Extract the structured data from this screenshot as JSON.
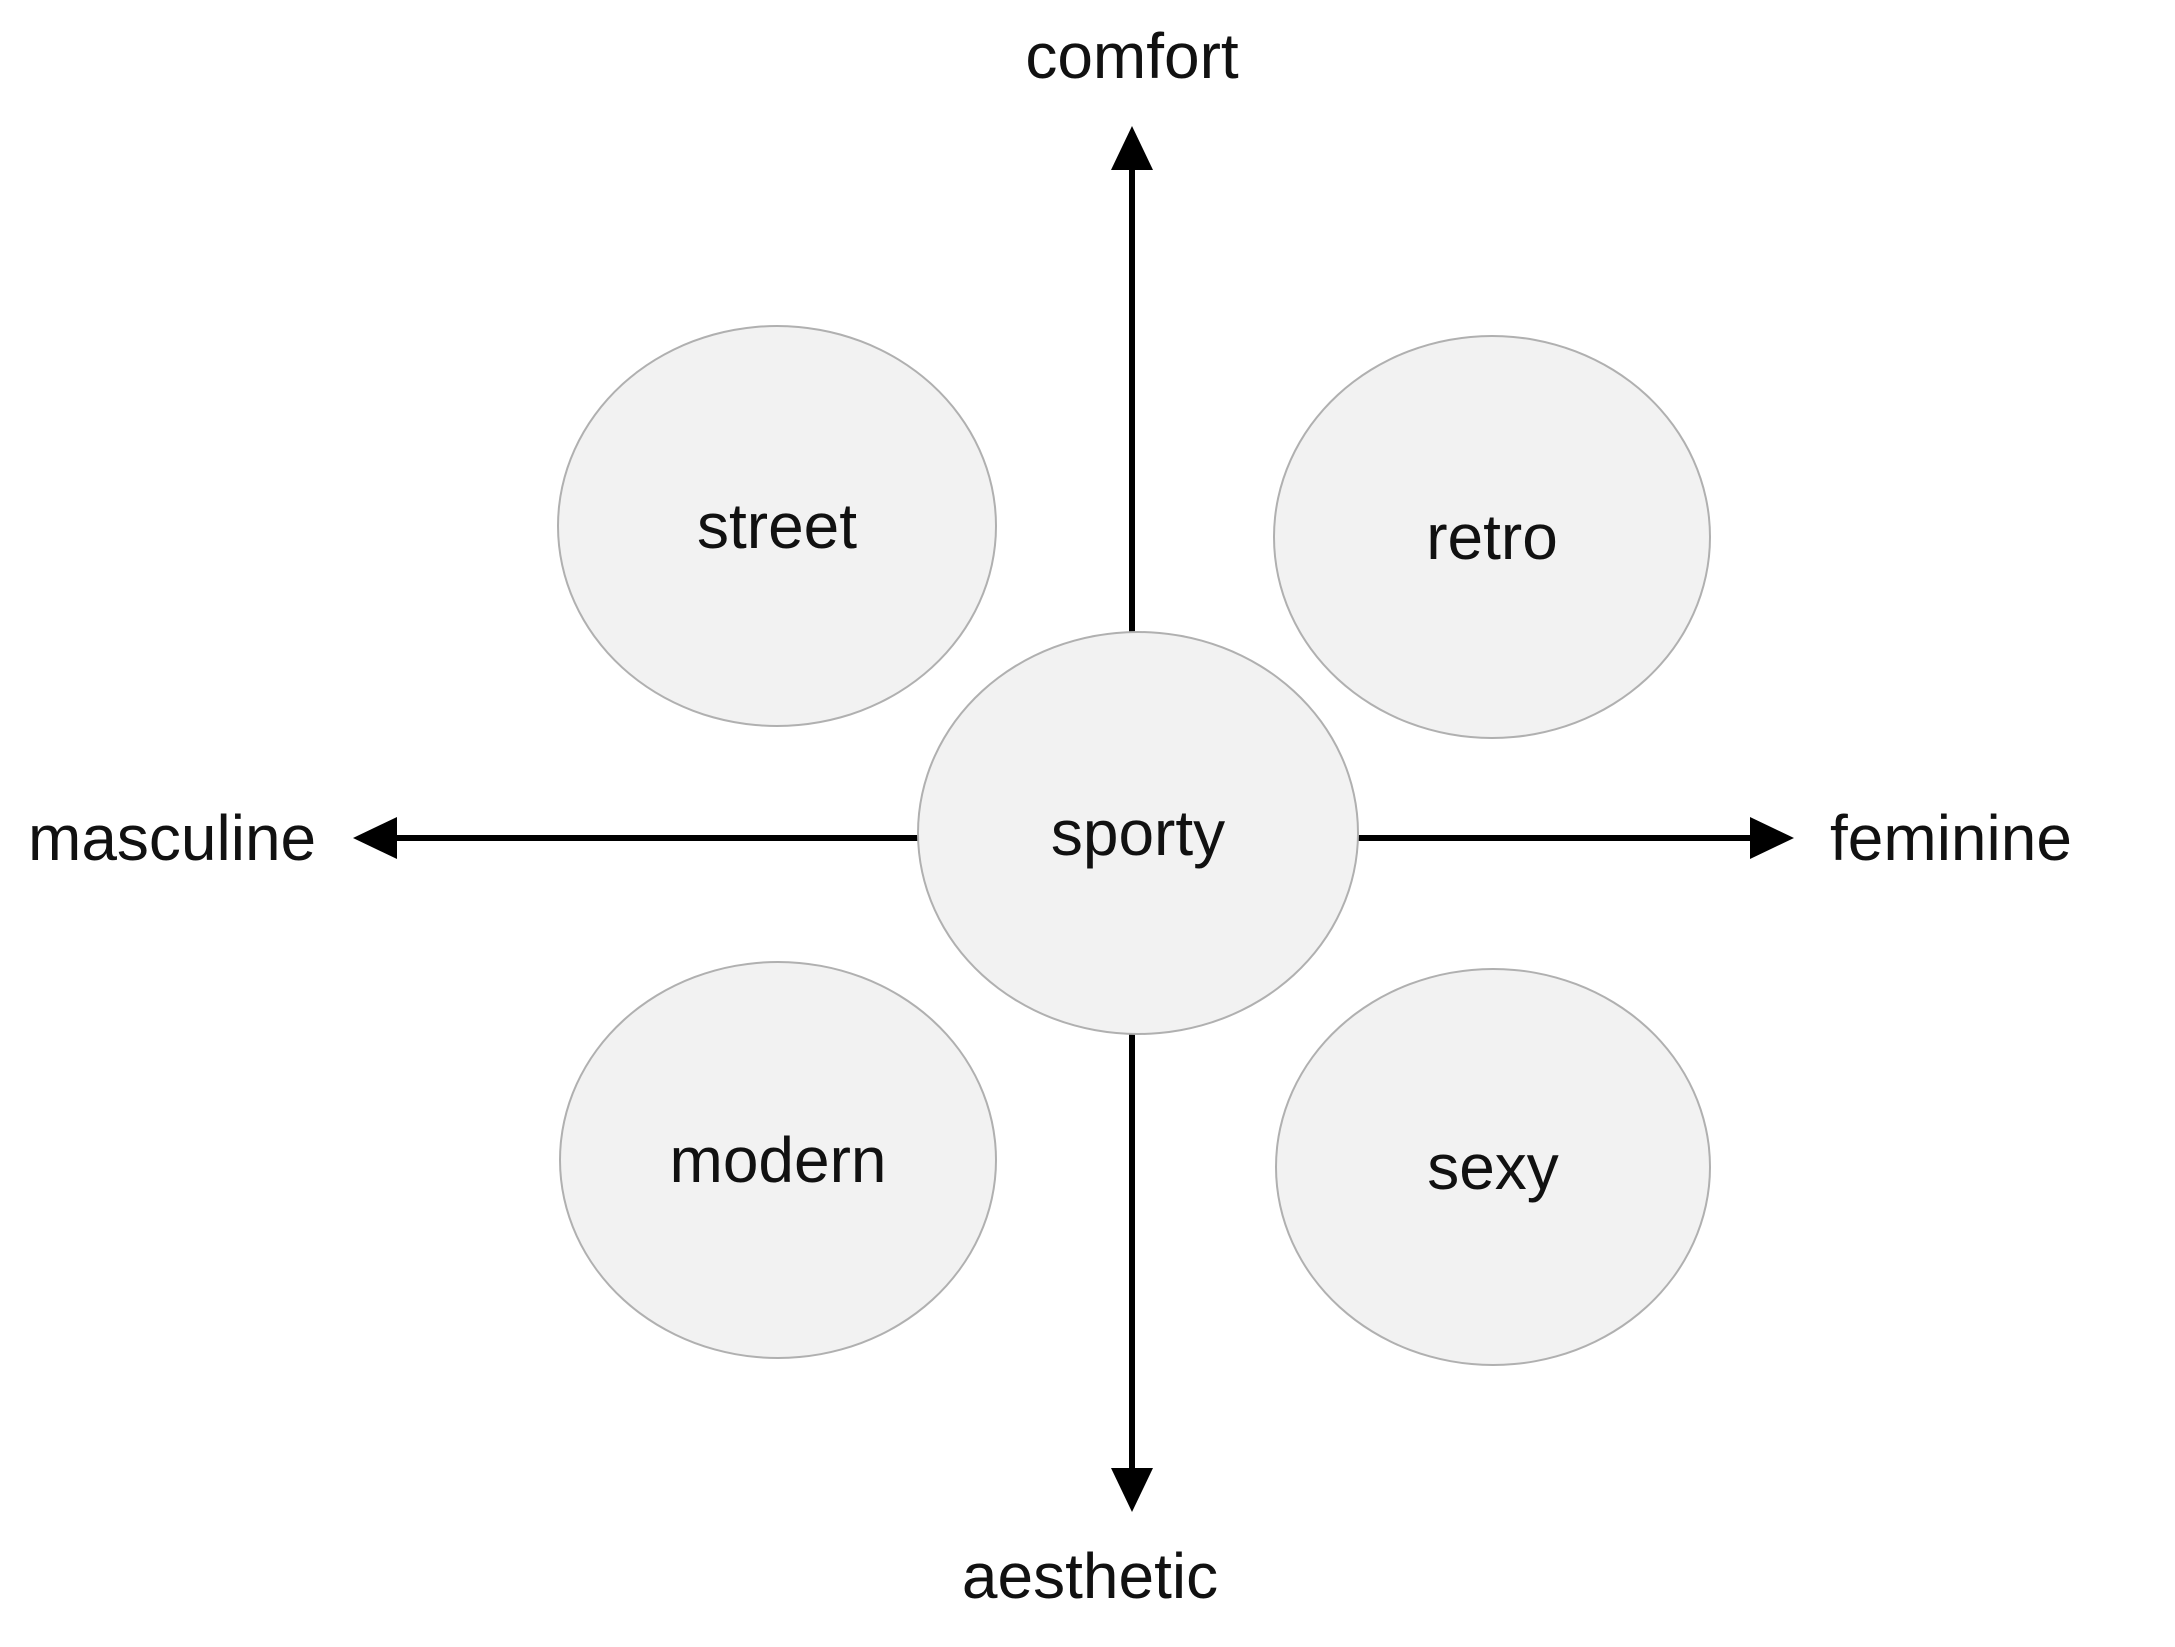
{
  "figure": {
    "type": "perceptual-map-diagram",
    "background": "#ffffff",
    "axes": {
      "vertical": {
        "top_label": "comfort",
        "bottom_label": "aesthetic"
      },
      "horizontal": {
        "left_label": "masculine",
        "right_label": "feminine"
      }
    },
    "nodes": [
      {
        "id": "street",
        "label": "street",
        "position": "top-left-quadrant"
      },
      {
        "id": "retro",
        "label": "retro",
        "position": "top-right-quadrant"
      },
      {
        "id": "sporty",
        "label": "sporty",
        "position": "center"
      },
      {
        "id": "modern",
        "label": "modern",
        "position": "bottom-left-quadrant"
      },
      {
        "id": "sexy",
        "label": "sexy",
        "position": "bottom-right-quadrant"
      }
    ],
    "colors": {
      "node_fill": "#f2f2f2",
      "node_border": "#b0b0b0",
      "axis_line": "#000000",
      "text": "#111111"
    }
  }
}
